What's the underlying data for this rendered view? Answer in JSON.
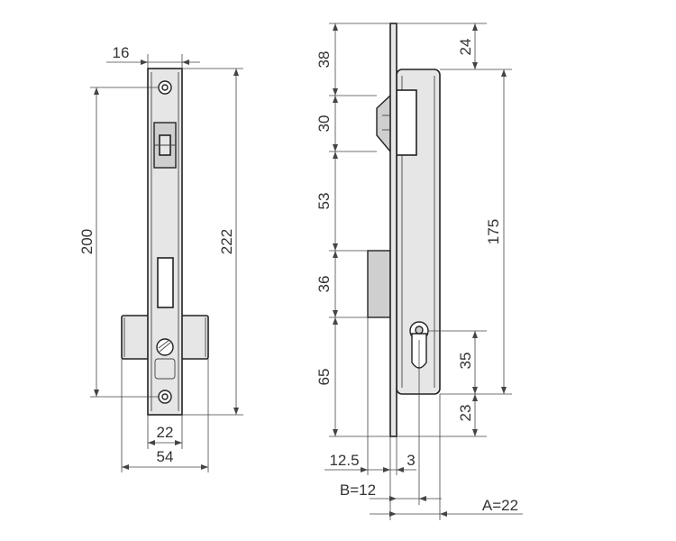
{
  "dimensions": {
    "front": {
      "faceplate_width": "16",
      "screw_spacing": "200",
      "faceplate_length": "222",
      "case_thickness": "22",
      "case_width": "54"
    },
    "side": {
      "top_to_latch": "38",
      "top_to_case": "24",
      "latch_height": "30",
      "latch_to_bolt": "53",
      "bolt_height": "36",
      "case_height": "175",
      "bolt_to_bottom": "65",
      "cylinder_hole": "35",
      "case_to_bottom": "23",
      "bolt_throw": "12.5",
      "faceplate_thickness": "3",
      "backset_b": "B=12",
      "backset_a": "A=22"
    }
  }
}
